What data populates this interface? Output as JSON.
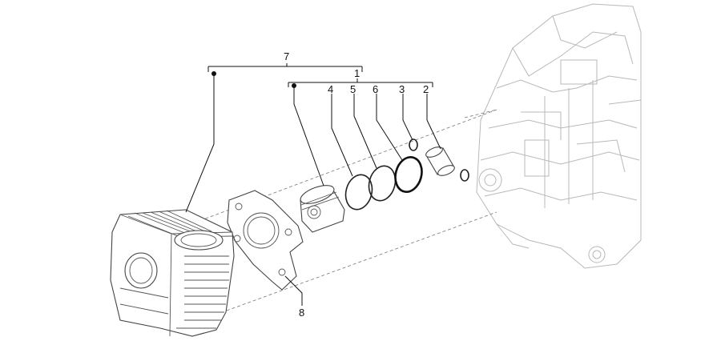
{
  "callouts": {
    "c7": "7",
    "c1": "1",
    "c4": "4",
    "c5": "5",
    "c6": "6",
    "c3": "3",
    "c2": "2",
    "c8": "8"
  }
}
